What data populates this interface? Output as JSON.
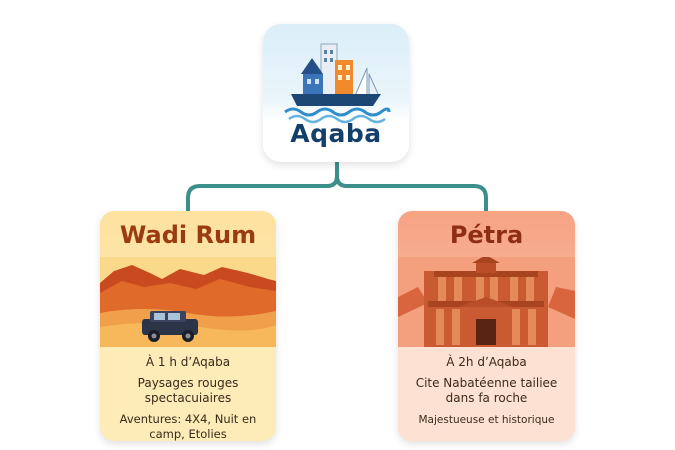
{
  "center": {
    "title": "Aqaba",
    "icon": "harbor-city-icon"
  },
  "destinations": [
    {
      "title": "Wadi Rum",
      "icon": "desert-jeep-icon",
      "distance": "À 1 h d’Aqaba",
      "description": "Paysages rouges spectacuiaires",
      "extra": "Aventures: 4X4,  Nuit en camp, Etolies"
    },
    {
      "title": "Pétra",
      "icon": "treasury-temple-icon",
      "distance": "À 2h d’Aqaba",
      "description": "Cite Nabatéenne tailiee dans fa roche",
      "extra": "Majestueuse et historique"
    }
  ],
  "colors": {
    "connector": "#3c8f8a",
    "hub_title": "#13406a",
    "wadi_title": "#9a3b12",
    "petra_title": "#8e2e14",
    "wadi_card": "#fde2a0",
    "petra_card": "#f6a383"
  }
}
